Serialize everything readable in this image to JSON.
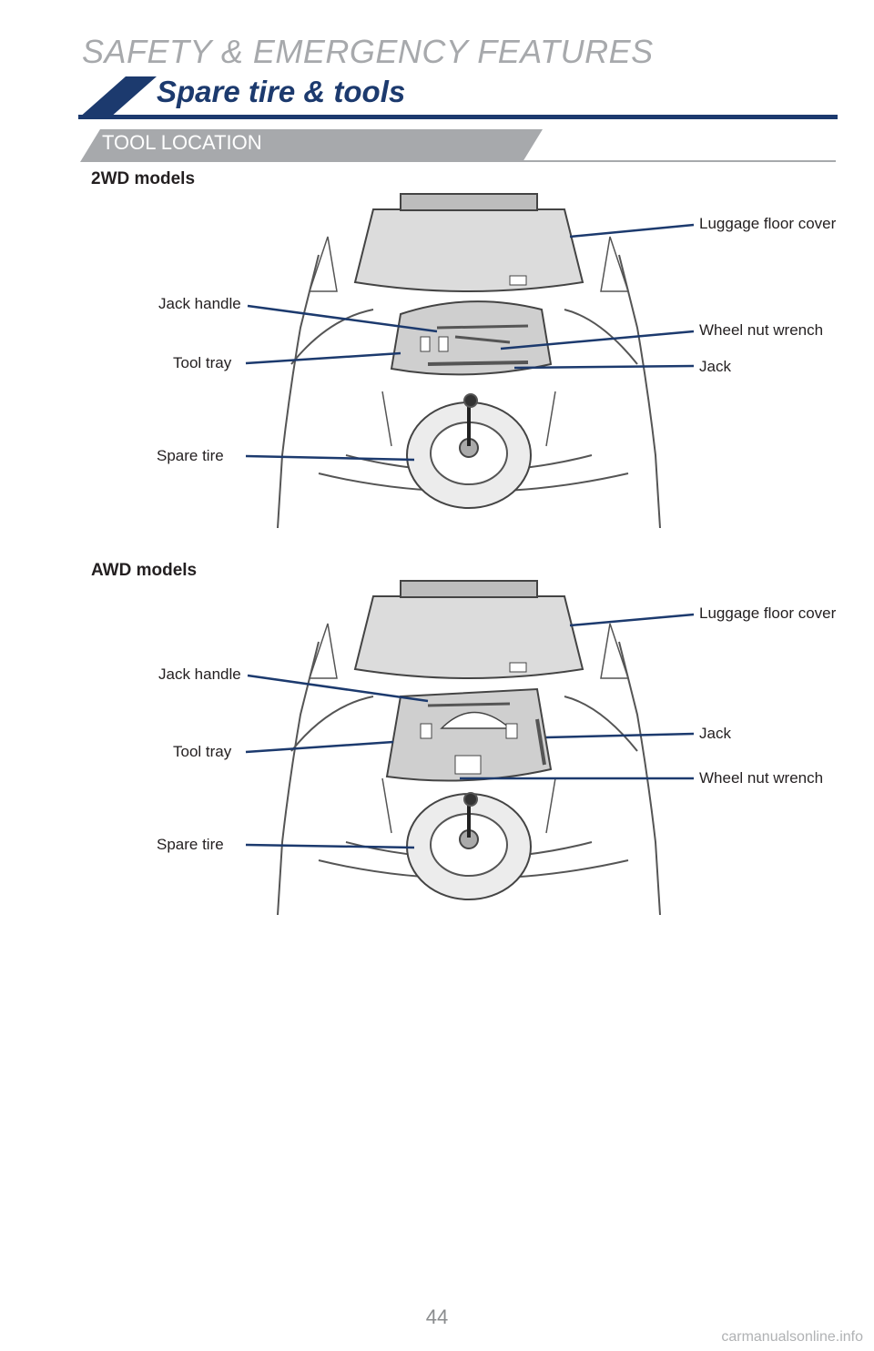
{
  "header": {
    "section": "SAFETY & EMERGENCY FEATURES",
    "title": "Spare tire & tools",
    "subsection": "TOOL LOCATION"
  },
  "diagrams": [
    {
      "model": "2WD models",
      "callouts": {
        "luggage_floor_cover": "Luggage floor cover",
        "jack_handle": "Jack handle",
        "wheel_nut_wrench": "Wheel nut wrench",
        "tool_tray": "Tool tray",
        "jack": "Jack",
        "spare_tire": "Spare tire"
      }
    },
    {
      "model": "AWD models",
      "callouts": {
        "luggage_floor_cover": "Luggage floor cover",
        "jack_handle": "Jack handle",
        "jack": "Jack",
        "tool_tray": "Tool tray",
        "wheel_nut_wrench": "Wheel nut wrench",
        "spare_tire": "Spare tire"
      }
    }
  ],
  "footer": {
    "page_number": "44",
    "watermark": "carmanualsonline.info"
  },
  "colors": {
    "title_blue": "#1c3a6e",
    "header_gray": "#a7a9ac",
    "leader_line": "#1c3a6e"
  }
}
